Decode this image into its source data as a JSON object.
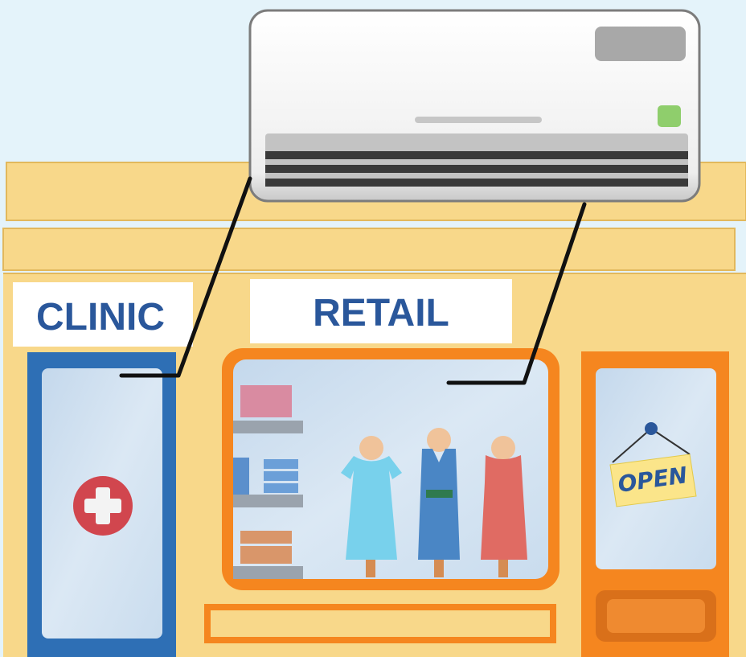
{
  "signs": {
    "clinic": "CLINIC",
    "retail": "RETAIL",
    "door": "OPEN"
  },
  "colors": {
    "sky": "#e4f3fa",
    "building": "#f8d88a",
    "building_edge": "#e2b85c",
    "clinic_frame": "#2e6fb5",
    "retail_frame": "#f5861f",
    "glass": "#d3e3f1",
    "sign_text": "#2a579b",
    "ac_body": "#f4f4f4",
    "ac_vent": "#3a3a3a",
    "ac_indicator": "#8fce6c",
    "cross": "#d1464e",
    "cable": "#111111"
  }
}
